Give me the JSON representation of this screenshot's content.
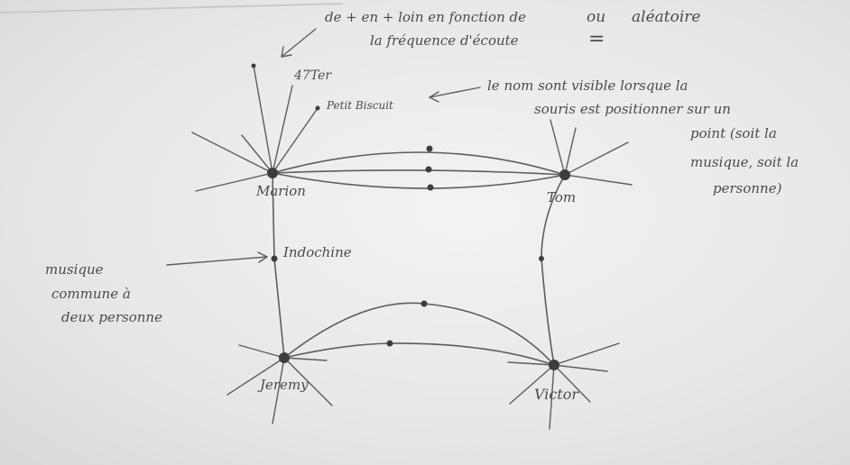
{
  "sketch": {
    "nodes": {
      "marion": "Marion",
      "tom": "Tom",
      "jeremy": "Jeremy",
      "victor": "Victor"
    },
    "song_labels": {
      "ter": "47Ter",
      "petit_biscuit": "Petit Biscuit",
      "indochine": "Indochine"
    },
    "notes": {
      "top_line1": "de + en + loin en fonction de",
      "top_ou": "ou",
      "top_alea": "aléatoire",
      "top_line2": "la fréquence d'écoute",
      "equals": "=",
      "right_line1": "le nom sont visible lorsque la",
      "right_line2": "souris est positionner sur un",
      "right_line3": "point (soit la",
      "right_line4": "musique, soit la",
      "right_line5": "personne)",
      "left_line1": "musique",
      "left_line2": "commune à",
      "left_line3": "deux personne"
    }
  }
}
